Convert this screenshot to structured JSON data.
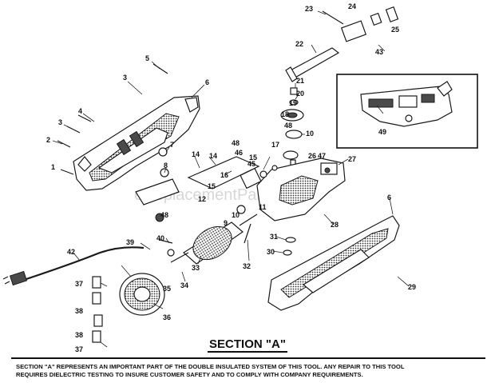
{
  "watermark": "eReplacementParts.com",
  "section_title": "SECTION \"A\"",
  "note_lines": [
    "SECTION \"A\" REPRESENTS AN IMPORTANT PART OF THE DOUBLE INSULATED SYSTEM OF THIS TOOL.  ANY REPAIR TO THIS TOOL",
    "REQUIRES DIELECTRIC TESTING TO INSURE CUSTOMER SAFETY AND TO COMPLY WITH COMPANY REQUIREMENTS."
  ],
  "callouts": {
    "c1": "1",
    "c2": "2",
    "c3a": "3",
    "c3b": "3",
    "c4": "4",
    "c5": "5",
    "c6a": "6",
    "c6b": "6",
    "c7": "7",
    "c8": "8",
    "c9": "9",
    "c10a": "10",
    "c10b": "10",
    "c11": "11",
    "c12": "12",
    "c14a": "14",
    "c14b": "14",
    "c15a": "15",
    "c15b": "15",
    "c16": "16",
    "c17": "17",
    "c18": "18",
    "c19": "19",
    "c20": "20",
    "c21": "21",
    "c22": "22",
    "c23": "23",
    "c24": "24",
    "c25": "25",
    "c26": "26",
    "c27": "27",
    "c28": "28",
    "c29": "29",
    "c30": "30",
    "c31": "31",
    "c32": "32",
    "c33": "33",
    "c34": "34",
    "c35": "35",
    "c36": "36",
    "c37a": "37",
    "c37b": "37",
    "c38a": "38",
    "c38b": "38",
    "c39": "39",
    "c40": "40",
    "c42": "42",
    "c43": "43",
    "c45": "45",
    "c46": "46",
    "c47": "47",
    "c48a": "48",
    "c48b": "48",
    "c48c": "48",
    "c49": "49"
  }
}
